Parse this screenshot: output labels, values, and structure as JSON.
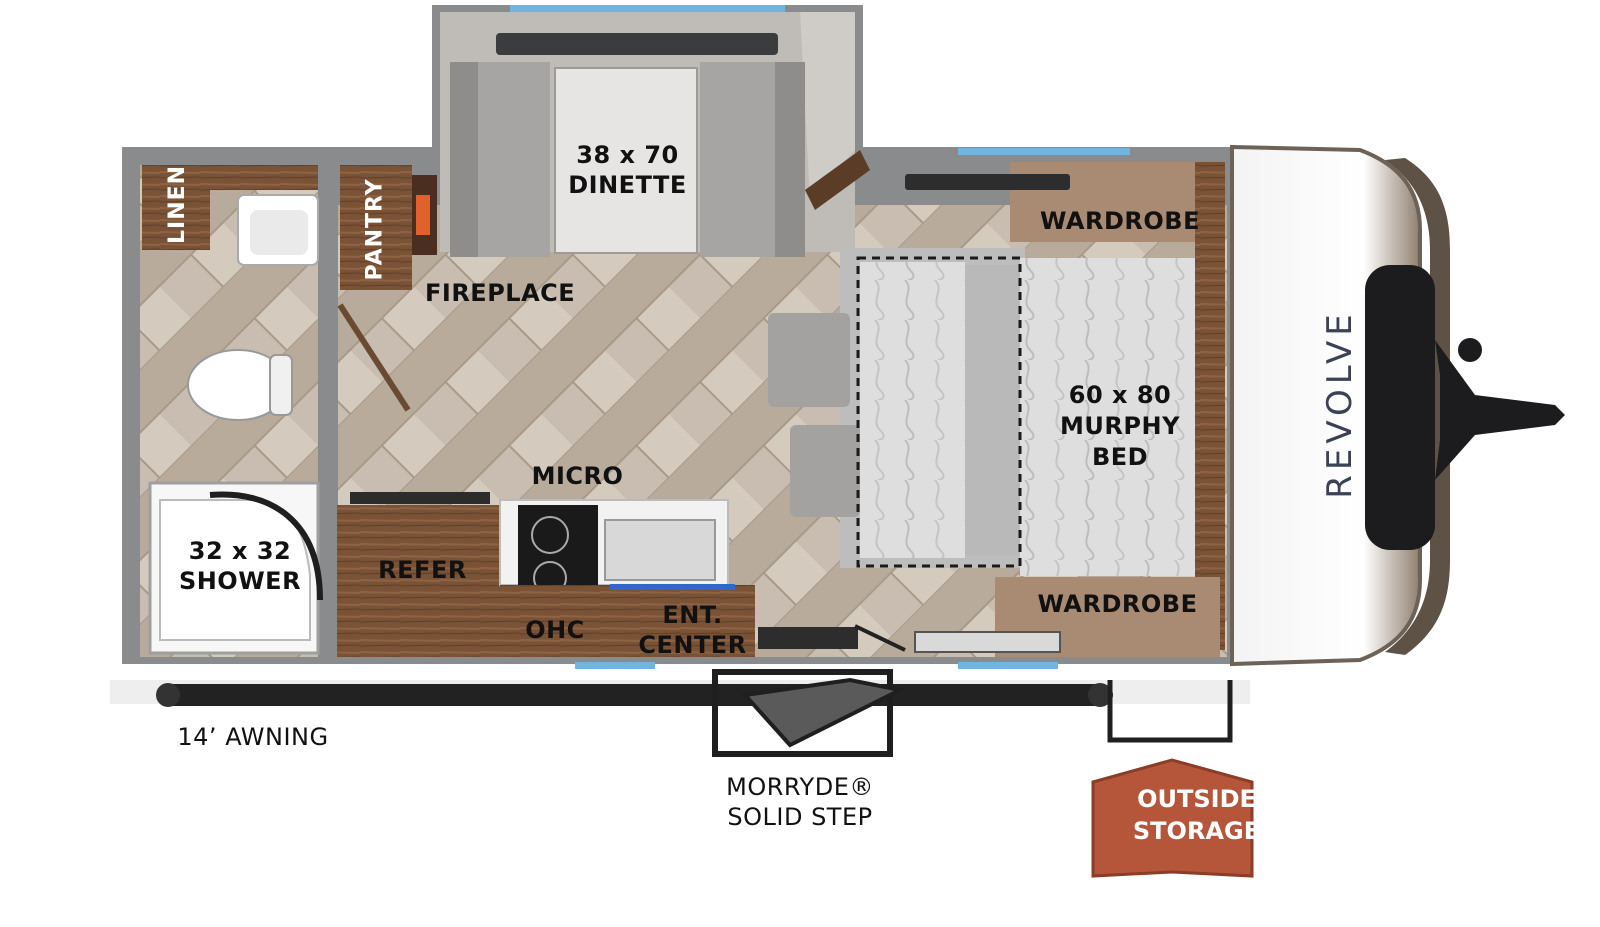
{
  "labels": {
    "dinette_size": "38 x 70",
    "dinette": "DINETTE",
    "fireplace": "FIREPLACE",
    "linen": "LINEN",
    "pantry": "PANTRY",
    "wardrobe_top": "WARDROBE",
    "wardrobe_bottom": "WARDROBE",
    "bed_size": "60 x 80",
    "bed_name_1": "MURPHY",
    "bed_name_2": "BED",
    "micro": "MICRO",
    "refer": "REFER",
    "shower_size": "32 x 32",
    "shower": "SHOWER",
    "ohc": "OHC",
    "ent_1": "ENT.",
    "ent_2": "CENTER",
    "awning": "14’ AWNING",
    "step_1": "MORRYDE®",
    "step_2": "SOLID STEP",
    "storage_1": "OUTSIDE",
    "storage_2": "STORAGE",
    "brand": "REVOLVE"
  },
  "colors": {
    "wall": "#8a8b8d",
    "floor": "#c9bfb3",
    "wood": "#7a5236",
    "seat": "#a7a6a4",
    "mattress": "#dcdcdc",
    "window": "#6fb5e0",
    "badge": "#b5553a"
  }
}
